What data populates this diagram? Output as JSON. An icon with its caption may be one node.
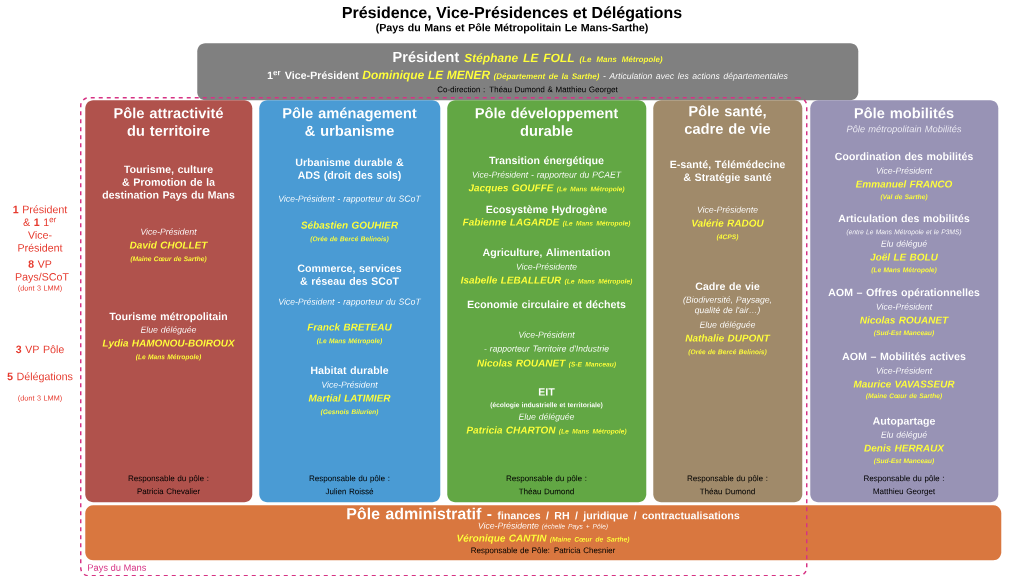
{
  "diagram": {
    "title": "Présidence, Vice-Présidences et Délégations",
    "nodes": [
      {
        "text": [
          "Président",
          "Stéphane LE FOLL",
          "(Le Mans Métropole)",
          "1$^{er}$ Vice-Président",
          "Dominique LE MENER",
          "(Département de la Sarthe)",
          "- Articulation avec les actions départementales",
          "Co-direction : Théau Dumond & Matthieu Georget"
        ]
      },
      {
        "text": [
          "Pays du Mans"
        ]
      },
      {
        "in": 1,
        "text": [
          "Pôle attractivité du territoire",
          "Tourisme, culture & Promotion de la destination Pays du Mans",
          "Vice-Président",
          "David CHOLLET",
          "(Maine Cœur de Sarthe)",
          "Tourisme métropolitain",
          "Elue déléguée",
          "Lydia HAMONOU-BOIROUX",
          "(Le Mans Métropole)",
          "Responsable du pôle :",
          "Patricia Chevalier"
        ]
      },
      {
        "in": 1,
        "text": [
          "Pôle aménagement & urbanisme",
          "Urbanisme durable & ADS (droit des sols)",
          "Vice-Président - rapporteur du SCoT",
          "Sébastien GOUHIER",
          "(Orée de Bercé Belinois)",
          "Commerce, services & réseau des SCoT",
          "Vice-Président - rapporteur du SCoT",
          "Franck BRETEAU",
          "(Le Mans Métropole)",
          "Habitat durable",
          "Vice-Président",
          "Martial LATIMIER",
          "(Gesnois Bilurien)",
          "Responsable du pôle :",
          "Julien Roissé"
        ]
      },
      {
        "in": 1,
        "text": [
          "Pôle développement durable",
          "Transition énergétique",
          "Vice-Président - rapporteur du PCAET",
          "Jacques GOUFFE",
          "(Le Mans Métropole)",
          "Ecosystème Hydrogène",
          "Fabienne LAGARDE",
          "(Le Mans Métropole)",
          "Agriculture, Alimentation",
          "Vice-Présidente",
          "Isabelle LEBALLEUR",
          "(Le Mans Métropole)",
          "Economie circulaire et déchets",
          "Vice-Président",
          "- rapporteur Territoire d'Industrie",
          "Nicolas ROUANET",
          "(S-E Manceau)",
          "EIT",
          "(écologie industrielle et territoriale)",
          "Elue déléguée",
          "Patricia CHARTON",
          "(Le Mans Métropole)",
          "Responsable du pôle :",
          "Théau Dumond"
        ]
      },
      {
        "in": 1,
        "text": [
          "Pôle santé, cadre de vie",
          "E-santé, Télémédecine & Stratégie santé",
          "Vice-Présidente",
          "Valérie RADOU",
          "(4CPS)",
          "Cadre de vie",
          "(Biodiversité, Paysage, qualité de l'air…)",
          "Elue déléguée",
          "Nathalie DUPONT",
          "(Orée de Bercé Belinois)",
          "Responsable du pôle :",
          "Théau Dumond"
        ]
      },
      {
        "text": [
          "Pôle mobilités",
          "Pôle métropolitain Mobilités",
          "Coordination des mobilités",
          "Vice-Président",
          "Emmanuel FRANCO",
          "(Val de Sarthe)",
          "Articulation des mobilités",
          "(entre Le Mans Métropole et le P3MS)",
          "Elu délégué",
          "Joël LE BOLU",
          "(Le Mans Métropole)",
          "AOM – Offres opérationnelles",
          "Vice-Président",
          "Nicolas ROUANET",
          "(Sud-Est Manceau)",
          "AOM – Mobilités actives",
          "Vice-Président",
          "Maurice VAVASSEUR",
          "(Maine Cœur de Sarthe)",
          "Autopartage",
          "Elu délégué",
          "Denis HERRAUX",
          "(Sud-Est Manceau)",
          "Responsable du pôle :",
          "Matthieu Georget"
        ]
      },
      {
        "text": [
          "Pôle administratif -",
          "finances / RH / juridique / contractualisations",
          "Vice-Présidente",
          "(échelle Pays + Pôle)",
          "Véronique CANTIN",
          "(Maine Cœur de Sarthe)",
          "Responsable de Pôle: Patricia Chesnier"
        ]
      }
    ],
    "labels": [
      "(Pays du Mans et Pôle Métropolitain Le Mans-Sarthe)",
      "**1** Président & **1** 1$^{er}$ Vice-Président",
      "**8** VP Pays/SCoT",
      "(dont 3 LMM)",
      "**3** VP Pôle",
      "**5** Délégations",
      "(dont 3 LMM)"
    ]
  }
}
